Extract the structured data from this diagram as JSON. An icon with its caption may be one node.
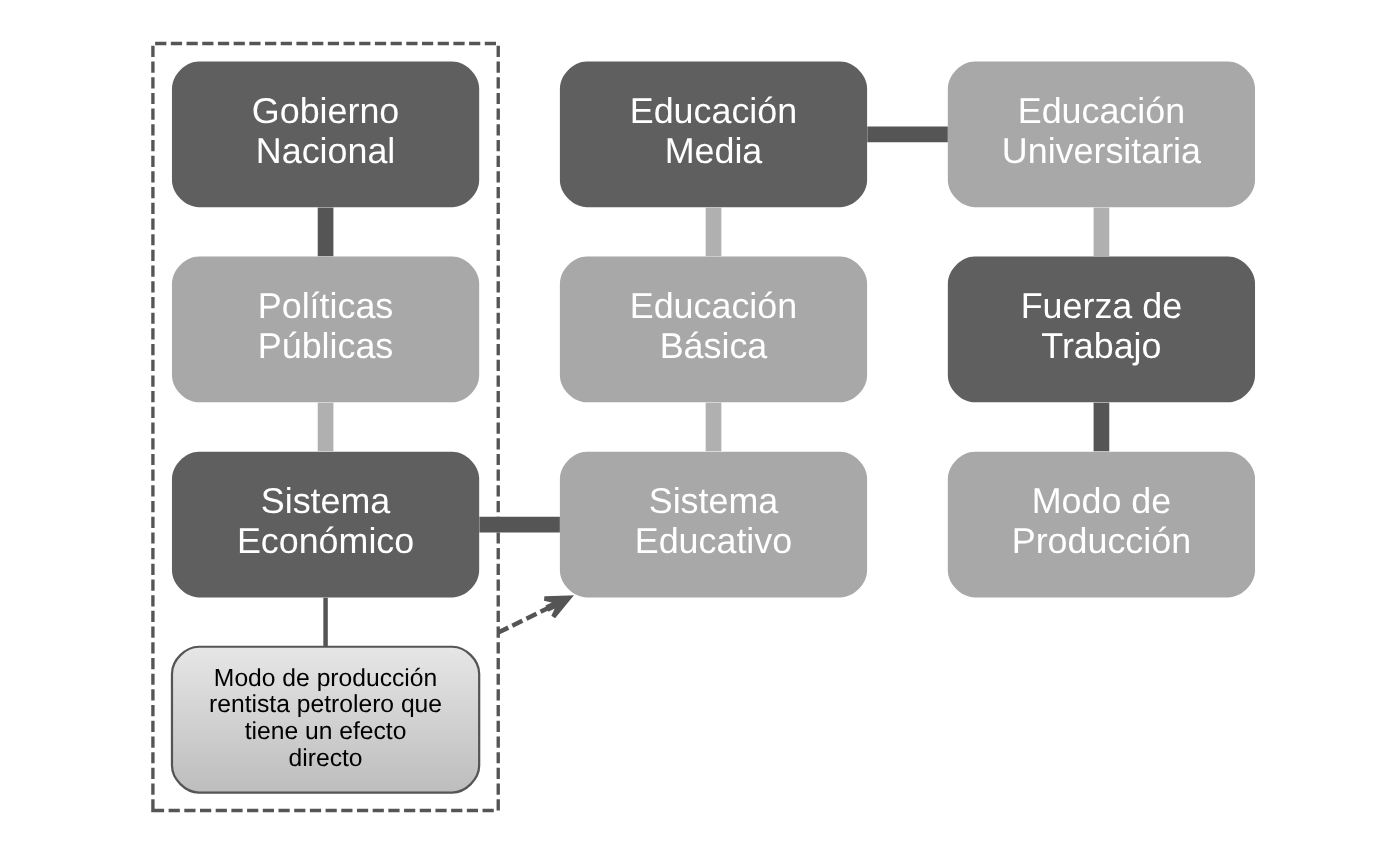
{
  "diagram": {
    "nodes": [
      {
        "text": [],
        "shape": "box"
      },
      {
        "text": [
          "Gobierno Nacional"
        ],
        "in": 0
      },
      {
        "text": [
          "Políticas Públicas"
        ],
        "in": 0
      },
      {
        "text": [
          "Sistema Económico"
        ],
        "in": 0
      },
      {
        "text": [
          "Modo de producción rentista petrolero que tiene un efecto directo"
        ],
        "in": 0
      },
      {
        "text": [
          "Educación Media"
        ]
      },
      {
        "text": [
          "Educación Básica"
        ]
      },
      {
        "text": [
          "Sistema Educativo"
        ]
      },
      {
        "text": [
          "Educación Universitaria"
        ]
      },
      {
        "text": [
          "Fuerza de Trabajo"
        ]
      },
      {
        "text": [
          "Modo de Producción"
        ]
      }
    ],
    "edges": [
      {
        "from": 1,
        "to": 2,
        "arrow": "none"
      },
      {
        "from": 2,
        "to": 3,
        "arrow": "none",
        "color": "#b0b0b0"
      },
      {
        "from": 3,
        "to": 4,
        "arrow": "none"
      },
      {
        "from": 3,
        "to": 7,
        "arrow": "none"
      },
      {
        "from": 5,
        "to": 6,
        "arrow": "none",
        "color": "#b0b0b0"
      },
      {
        "from": 6,
        "to": 7,
        "arrow": "none",
        "color": "#b0b0b0"
      },
      {
        "from": 5,
        "to": 8,
        "arrow": "none"
      },
      {
        "from": 8,
        "to": 9,
        "arrow": "none",
        "color": "#b0b0b0"
      },
      {
        "from": 9,
        "to": 10,
        "arrow": "none"
      },
      {
        "from": 0,
        "to": 7,
        "arrow": "to",
        "style": "dashed"
      }
    ]
  }
}
